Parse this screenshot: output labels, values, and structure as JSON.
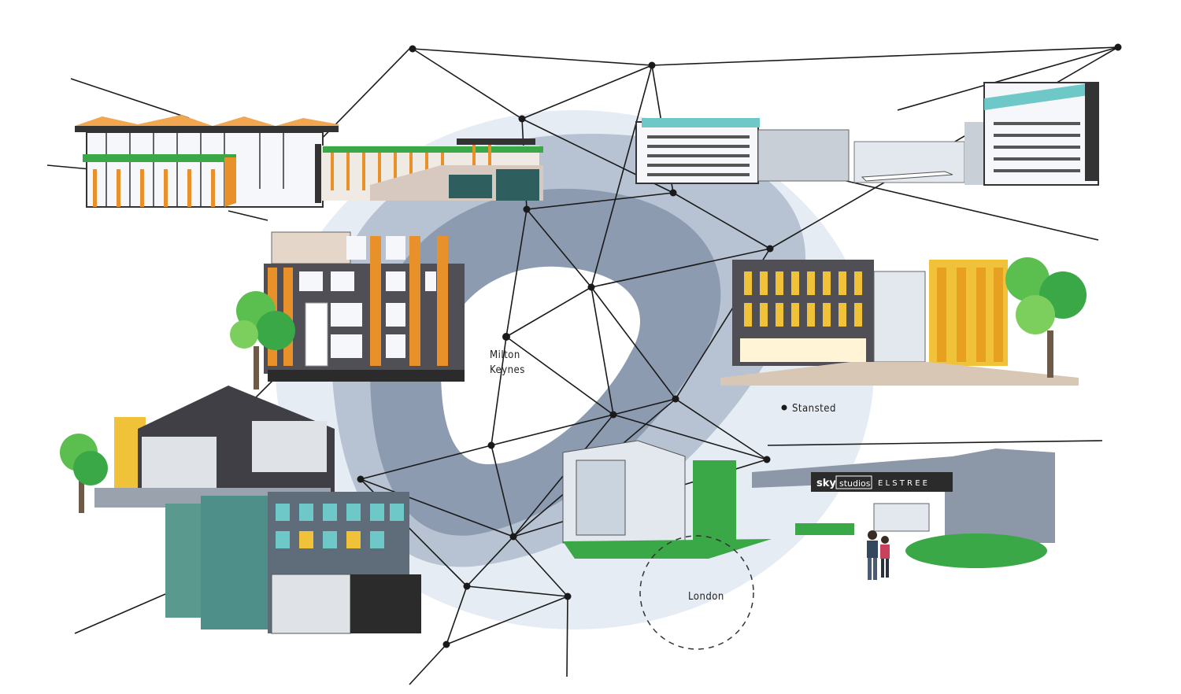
{
  "labels": {
    "milton_keynes_line1": "Milton",
    "milton_keynes_line2": "Keynes",
    "stansted": "Stansted",
    "london": "London"
  },
  "sign": {
    "brand": "sky",
    "studios": "studios",
    "location": "E L S T R E E"
  },
  "colors": {
    "swirl_outer": "#e6ecf3",
    "swirl_mid": "#b7c3d2",
    "swirl_inner": "#8c9bb0",
    "network_line": "#1a1a1a",
    "accent_orange": "#e8902a",
    "accent_green": "#3aa846",
    "accent_teal": "#6fc8c8",
    "accent_yellow": "#f0c23a"
  }
}
